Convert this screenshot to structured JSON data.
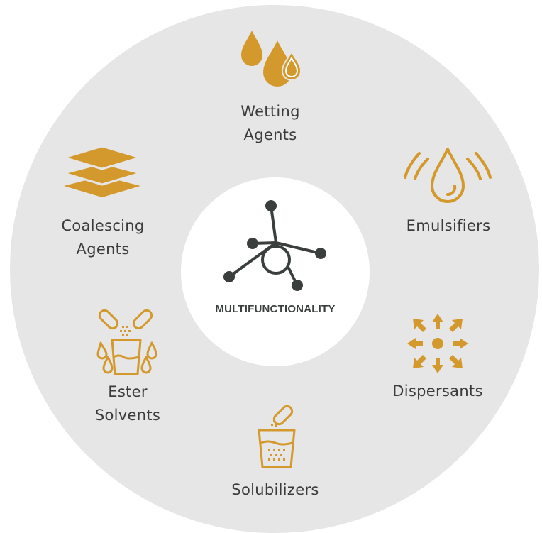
{
  "diagram": {
    "center": {
      "label": "MULTIFUNCTIONALITY",
      "icon": "molecule-icon"
    },
    "segments": [
      {
        "id": "wetting",
        "label": "Wetting\nAgents",
        "icon": "droplets-icon"
      },
      {
        "id": "emulsifiers",
        "label": "Emulsifiers",
        "icon": "vibrating-drop-icon"
      },
      {
        "id": "dispersants",
        "label": "Dispersants",
        "icon": "radiating-arrows-icon"
      },
      {
        "id": "solubilizers",
        "label": "Solubilizers",
        "icon": "capsule-cup-icon"
      },
      {
        "id": "ester",
        "label": "Ester\nSolvents",
        "icon": "capsule-beaker-drops-icon"
      },
      {
        "id": "coalescing",
        "label": "Coalescing\nAgents",
        "icon": "stacked-layers-icon"
      }
    ]
  },
  "colors": {
    "accent": "#d4992c",
    "ring": "#e6e6e6",
    "hub": "#3a3f3d",
    "text": "#3b3b3b"
  }
}
